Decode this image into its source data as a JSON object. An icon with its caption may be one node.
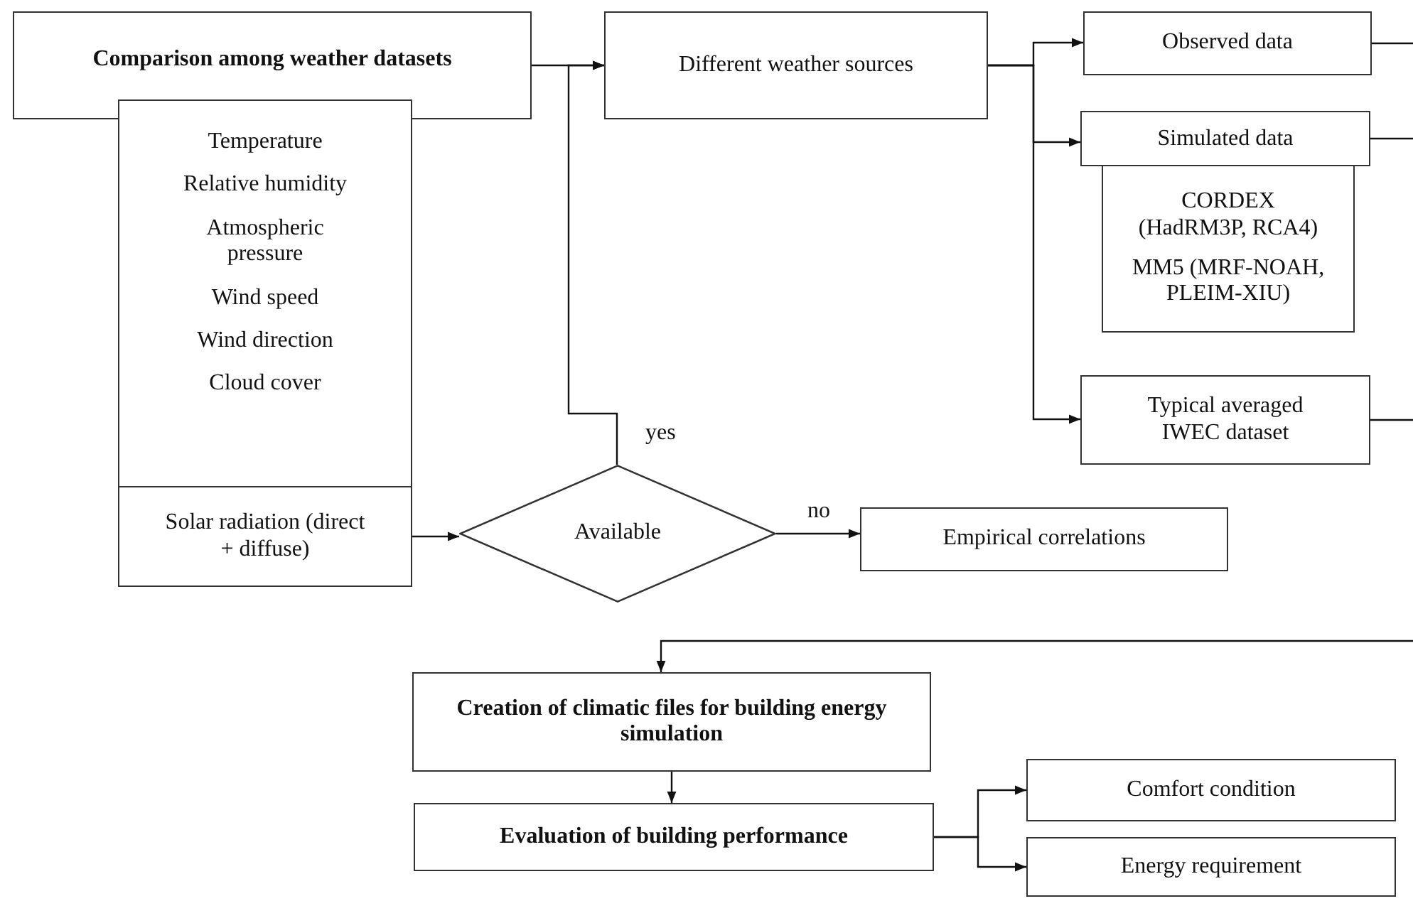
{
  "diagram": {
    "nodes": [
      {
        "text": [
          "Comparison among weather datasets"
        ]
      },
      {
        "text": [
          "Temperature",
          "Relative humidity",
          "Atmospheric pressure",
          "Wind speed",
          "Wind direction",
          "Cloud cover"
        ]
      },
      {
        "text": [
          "Solar radiation (direct + diffuse)"
        ]
      },
      {
        "text": [
          "Different weather sources"
        ]
      },
      {
        "text": [
          "Observed data"
        ]
      },
      {
        "text": [
          "Simulated data"
        ]
      },
      {
        "text": [
          "CORDEX (HadRM3P, RCA4)",
          "MM5 (MRF-NOAH, PLEIM-XIU)"
        ]
      },
      {
        "text": [
          "Typical averaged IWEC dataset"
        ]
      },
      {
        "text": [
          "Available"
        ]
      },
      {
        "text": [
          "Empirical correlations"
        ]
      },
      {
        "text": [
          "Creation of climatic files for building energy simulation"
        ]
      },
      {
        "text": [
          "Evaluation of building performance"
        ]
      },
      {
        "text": [
          "Comfort condition"
        ]
      },
      {
        "text": [
          "Energy requirement"
        ]
      }
    ],
    "edges": [
      {
        "from": 0,
        "to": 3,
        "arrow": "to"
      },
      {
        "from": 2,
        "to": 8,
        "arrow": "to"
      },
      {
        "from": 8,
        "to": 3,
        "arrow": "to",
        "label": "yes"
      },
      {
        "from": 8,
        "to": 9,
        "arrow": "to",
        "label": "no"
      },
      {
        "from": 3,
        "to": 4,
        "arrow": "to"
      },
      {
        "from": 3,
        "to": 5,
        "arrow": "to"
      },
      {
        "from": 3,
        "to": 7,
        "arrow": "to"
      },
      {
        "from": 4,
        "to": null,
        "arrow": "none"
      },
      {
        "from": 5,
        "to": null,
        "arrow": "none"
      },
      {
        "from": 7,
        "to": null,
        "arrow": "none"
      },
      {
        "from": null,
        "to": 10,
        "arrow": "to"
      },
      {
        "from": 10,
        "to": 11,
        "arrow": "to"
      },
      {
        "from": 11,
        "to": 12,
        "arrow": "to"
      },
      {
        "from": 11,
        "to": 13,
        "arrow": "to"
      }
    ]
  }
}
